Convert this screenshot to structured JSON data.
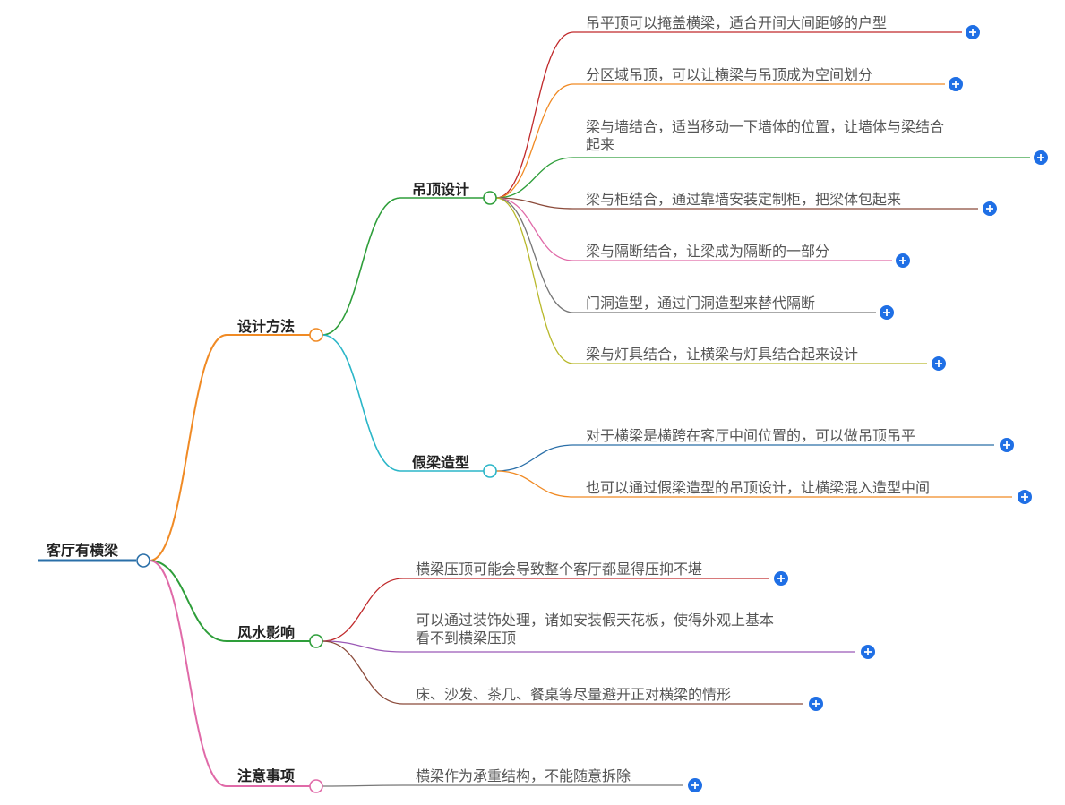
{
  "mindmap": {
    "root": {
      "label": "客厅有横梁",
      "color": "#2a6fa8"
    },
    "branches": [
      {
        "id": "b1",
        "label": "设计方法",
        "color": "#f08a24",
        "children": [
          {
            "id": "b1a",
            "label": "吊顶设计",
            "color": "#2e9e3a"
          },
          {
            "id": "b1b",
            "label": "假梁造型",
            "color": "#2bb6c8"
          }
        ]
      },
      {
        "id": "b2",
        "label": "风水影响",
        "color": "#2e9e3a"
      },
      {
        "id": "b3",
        "label": "注意事项",
        "color": "#e06aa8"
      }
    ],
    "leaves": [
      {
        "id": "l1",
        "parent": "b1a",
        "lines": [
          "吊平顶可以掩盖横梁，适合开间大间距够的户型"
        ],
        "color": "#c0292b"
      },
      {
        "id": "l2",
        "parent": "b1a",
        "lines": [
          "分区域吊顶，可以让横梁与吊顶成为空间划分"
        ],
        "color": "#f08a24"
      },
      {
        "id": "l3",
        "parent": "b1a",
        "lines": [
          "梁与墙结合，适当移动一下墙体的位置，让墙体与梁结合",
          "起来"
        ],
        "color": "#2e9e3a"
      },
      {
        "id": "l4",
        "parent": "b1a",
        "lines": [
          "梁与柜结合，通过靠墙安装定制柜，把梁体包起来"
        ],
        "color": "#8b4a3a"
      },
      {
        "id": "l5",
        "parent": "b1a",
        "lines": [
          "梁与隔断结合，让梁成为隔断的一部分"
        ],
        "color": "#e06aa8"
      },
      {
        "id": "l6",
        "parent": "b1a",
        "lines": [
          "门洞造型，通过门洞造型来替代隔断"
        ],
        "color": "#777777"
      },
      {
        "id": "l7",
        "parent": "b1a",
        "lines": [
          "梁与灯具结合，让横梁与灯具结合起来设计"
        ],
        "color": "#b8b82a"
      },
      {
        "id": "l8",
        "parent": "b1b",
        "lines": [
          "对于横梁是横跨在客厅中间位置的，可以做吊顶吊平"
        ],
        "color": "#2a6fa8"
      },
      {
        "id": "l9",
        "parent": "b1b",
        "lines": [
          "也可以通过假梁造型的吊顶设计，让横梁混入造型中间"
        ],
        "color": "#f08a24"
      },
      {
        "id": "l10",
        "parent": "b2",
        "lines": [
          "横梁压顶可能会导致整个客厅都显得压抑不堪"
        ],
        "color": "#c0292b"
      },
      {
        "id": "l11",
        "parent": "b2",
        "lines": [
          "可以通过装饰处理，诸如安装假天花板，使得外观上基本",
          "看不到横梁压顶"
        ],
        "color": "#9b59b6"
      },
      {
        "id": "l12",
        "parent": "b2",
        "lines": [
          "床、沙发、茶几、餐桌等尽量避开正对横梁的情形"
        ],
        "color": "#8b4a3a"
      },
      {
        "id": "l13",
        "parent": "b3",
        "lines": [
          "横梁作为承重结构，不能随意拆除"
        ],
        "color": "#777777"
      }
    ],
    "expand_button": {
      "color": "#1f6fe5",
      "icon": "plus-icon"
    }
  }
}
